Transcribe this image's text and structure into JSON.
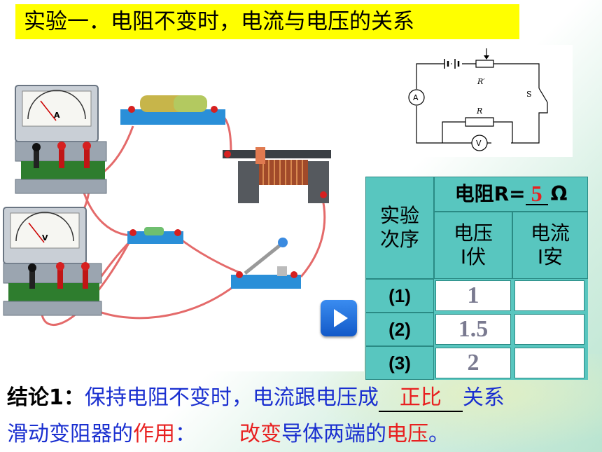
{
  "title": "实验一．电阻不变时，电流与电压的关系",
  "circuit_labels": {
    "ammeter": "A",
    "voltmeter": "V",
    "rheostat": "R′",
    "resistor": "R",
    "switch": "S"
  },
  "meters": {
    "ammeter_letter": "A",
    "voltmeter_letter": "V"
  },
  "table": {
    "row_header": "实验次序",
    "resistance_label": "电阻R=",
    "resistance_value": "5",
    "resistance_unit": "Ω",
    "col_voltage": "电压I伏",
    "col_current": "电流I安",
    "rows": [
      {
        "label": "(1)",
        "voltage": "1",
        "current": ""
      },
      {
        "label": "(2)",
        "voltage": "1.5",
        "current": ""
      },
      {
        "label": "(3)",
        "voltage": "2",
        "current": ""
      }
    ]
  },
  "conclusion": {
    "label": "结论1：",
    "text_before": "保持电阻不变时，电流跟电压成",
    "answer": "正比",
    "text_after": "关系"
  },
  "rheostat_note": {
    "prefix": "滑动变阻器的",
    "keyword": "作用",
    "colon": "：",
    "change": "改变",
    "middle": "导体两端的",
    "voltage_word": "电压",
    "end": "。"
  },
  "colors": {
    "title_bg": "#ffff00",
    "table_bg": "#58c6bf",
    "conclusion_text": "#1a2fd0",
    "emphasis": "#e82020"
  }
}
